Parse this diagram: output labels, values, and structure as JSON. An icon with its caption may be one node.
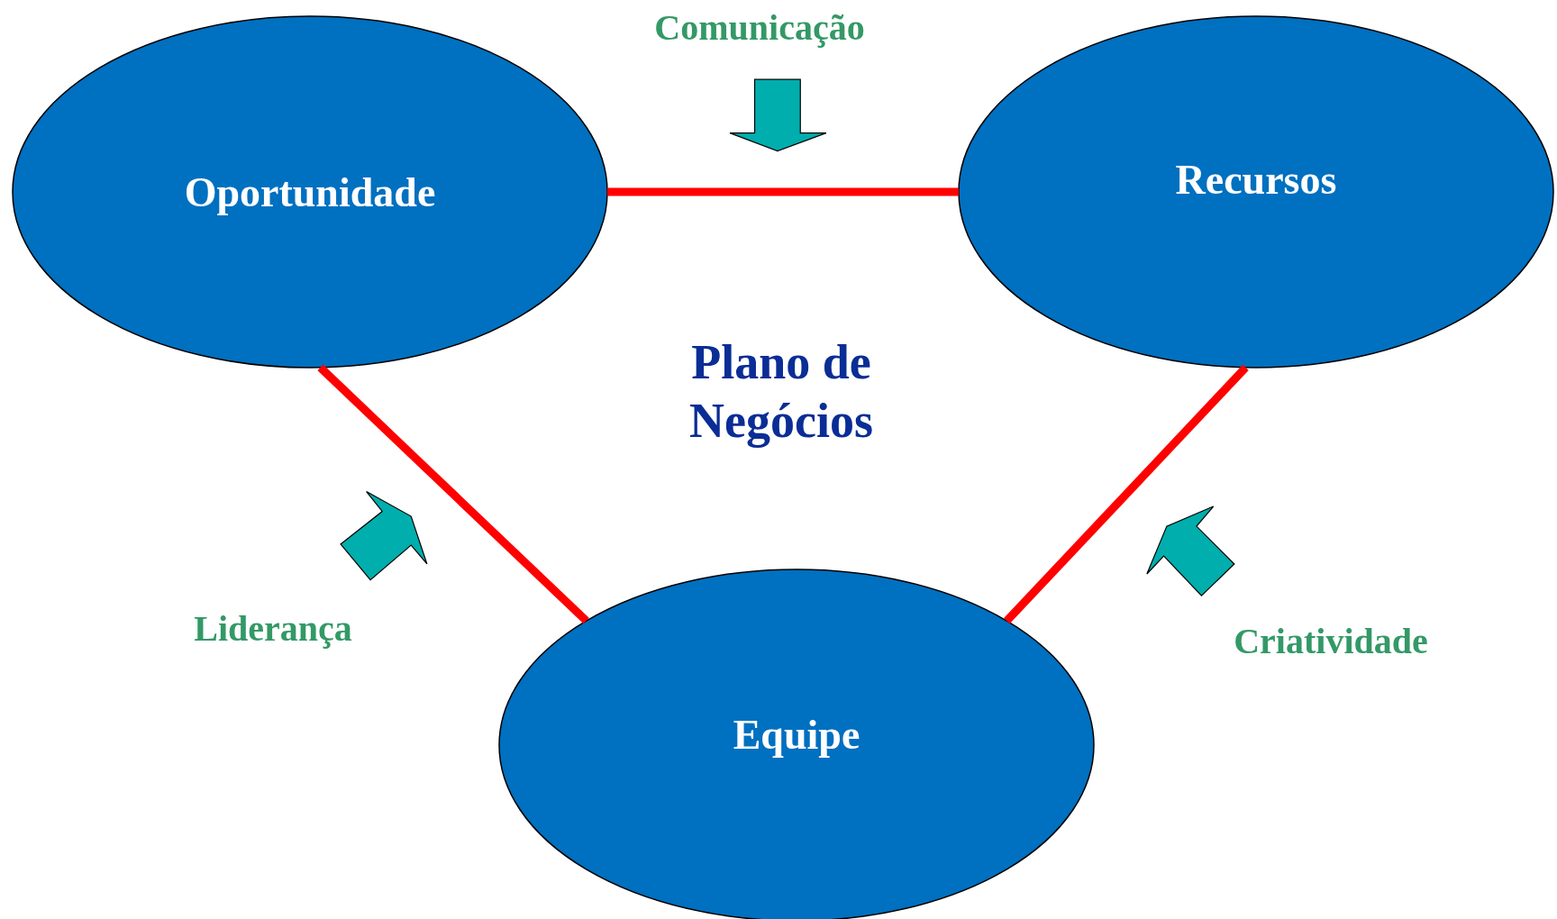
{
  "diagram": {
    "nodes": [
      {
        "text": [
          "Oportunidade"
        ]
      },
      {
        "text": [
          "Recursos"
        ]
      },
      {
        "text": [
          "Equipe"
        ]
      }
    ],
    "edges": [
      {
        "from": 0,
        "to": 1,
        "arrow": "none"
      },
      {
        "from": 0,
        "to": 2,
        "arrow": "none"
      },
      {
        "from": 1,
        "to": 2,
        "arrow": "none"
      }
    ],
    "labels": [
      "Comunicação",
      "Plano de Negócios",
      "Liderança",
      "Criatividade"
    ]
  }
}
